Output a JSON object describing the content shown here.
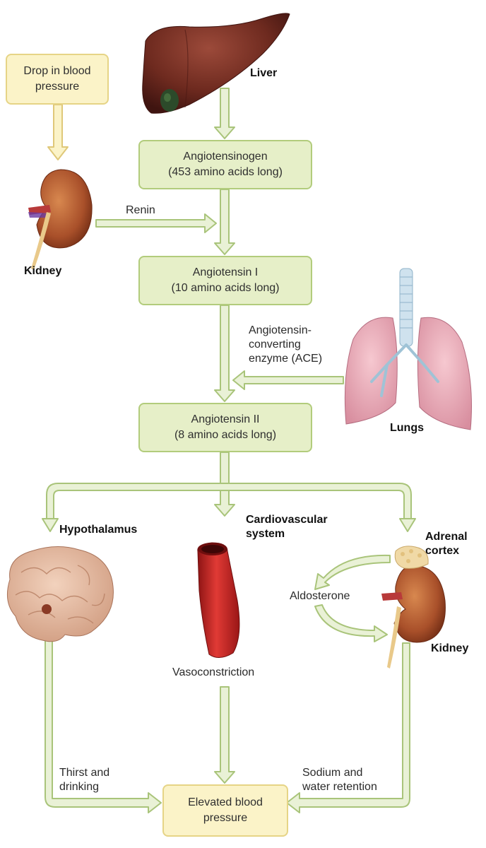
{
  "colors": {
    "green_box_fill": "#e6efc8",
    "green_box_border": "#b2cc7c",
    "yellow_box_fill": "#fbf3c8",
    "yellow_box_border": "#e6d486",
    "arrow_fill": "#e9f1d6",
    "arrow_border": "#a9c47a",
    "arrow_yellow_fill": "#fbf3c8",
    "arrow_yellow_border": "#dfc879"
  },
  "icons": {
    "liver": "liver-icon",
    "kidney_left": "kidney-icon",
    "lungs": "lungs-icon",
    "brain": "brain-icon",
    "blood_vessel": "blood-vessel-icon",
    "kidney_right": "kidney-adrenal-icon"
  },
  "nodes": {
    "drop_bp": {
      "line1": "Drop in blood",
      "line2": "pressure"
    },
    "angiotensinogen": {
      "line1": "Angiotensinogen",
      "line2": "(453 amino acids long)"
    },
    "angiotensin1": {
      "line1": "Angiotensin I",
      "line2": "(10 amino acids long)"
    },
    "angiotensin2": {
      "line1": "Angiotensin II",
      "line2": "(8 amino acids long)"
    },
    "elevated_bp": {
      "line1": "Elevated blood",
      "line2": "pressure"
    }
  },
  "labels": {
    "liver": "Liver",
    "kidney_left": "Kidney",
    "renin": "Renin",
    "ace": "Angiotensin-\nconverting\nenzyme (ACE)",
    "lungs": "Lungs",
    "hypothalamus": "Hypothalamus",
    "cardiovascular": "Cardiovascular\nsystem",
    "adrenal": "Adrenal\ncortex",
    "aldosterone": "Aldosterone",
    "kidney_right": "Kidney",
    "vasoconstriction": "Vasoconstriction",
    "thirst": "Thirst  and\ndrinking",
    "sodium": "Sodium and\nwater retention"
  }
}
